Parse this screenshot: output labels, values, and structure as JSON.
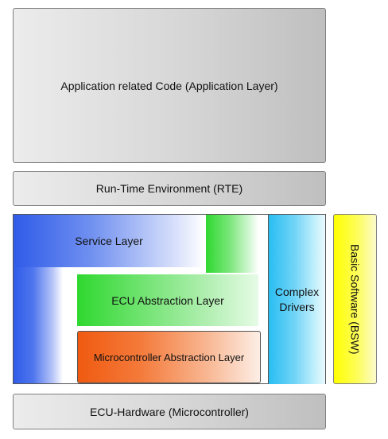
{
  "layers": {
    "application": "Application related Code (Application Layer)",
    "rte": "Run-Time Environment (RTE)",
    "service": "Service Layer",
    "ecu_abstraction": "ECU Abstraction Layer",
    "mcal": "Microcontroller Abstraction Layer",
    "complex_drivers_line1": "Complex",
    "complex_drivers_line2": "Drivers",
    "bsw": "Basic Software (BSW)",
    "hardware": "ECU-Hardware (Microcontroller)"
  },
  "colors": {
    "service": "#2f5be8",
    "ecu_abstraction": "#2fd82f",
    "mcal": "#f05a10",
    "complex_drivers": "#29bdf2",
    "bsw": "#ffff00",
    "gray": "#d6d6d6"
  }
}
